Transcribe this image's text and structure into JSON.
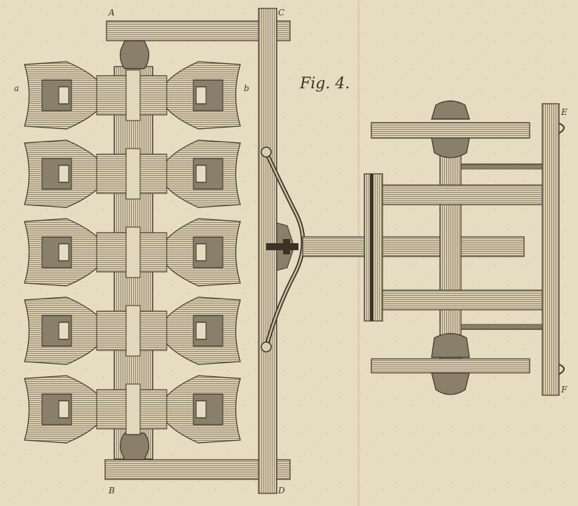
{
  "figure": {
    "caption": "Fig. 4.",
    "labels": {
      "A": "A",
      "B": "B",
      "C": "C",
      "D": "D",
      "E": "E",
      "F": "F",
      "a": "a",
      "b": "b"
    }
  },
  "colors": {
    "paper": "#e6dcc1",
    "ink": "#3b3327",
    "wood": "#d9ceb0",
    "shade": "#8f8470"
  }
}
